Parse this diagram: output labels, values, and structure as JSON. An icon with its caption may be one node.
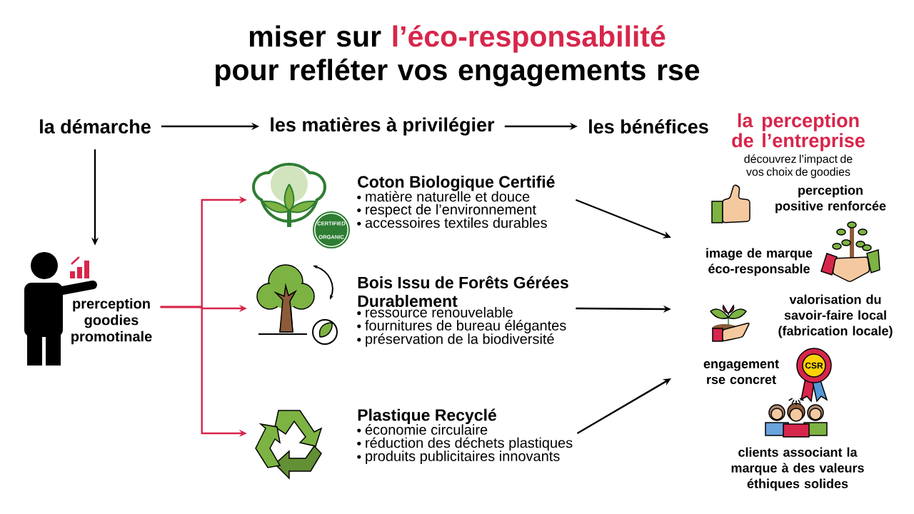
{
  "diagram": {
    "title": "miser sur *l’éco-responsabilité* pour refléter vos engagements rse",
    "nodes": [
      {
        "text": [
          "la démarche"
        ]
      },
      {
        "text": [
          "les matières à privilégier"
        ]
      },
      {
        "text": [
          "les bénéfices"
        ]
      },
      {
        "text": [],
        "shape": "person",
        "beside": [
          "prerception goodies promotinale"
        ]
      },
      {
        "text": [
          "Coton Biologique Certifié",
          "matière naturelle et douce",
          "respect de l’environnement",
          "accessoires textiles durables"
        ]
      },
      {
        "text": [
          "Bois Issu de Forêts Gérées Durablement",
          "ressource renouvelable",
          "fournitures de bureau élégantes",
          "préservation de la biodiversité"
        ]
      },
      {
        "text": [
          "Plastique Recyclé",
          "économie circulaire",
          "réduction des déchets plastiques",
          "produits publicitaires innovants"
        ]
      },
      {
        "text": [
          "la perception de l’entreprise",
          "découvrez l’impact de vos choix de goodies"
        ]
      },
      {
        "text": [
          "perception positive renforcée"
        ]
      },
      {
        "text": [
          "image de marque éco-responsable"
        ]
      },
      {
        "text": [
          "valorisation du savoir-faire local (fabrication locale)"
        ]
      },
      {
        "text": [
          "engagement rse concret"
        ]
      },
      {
        "text": [
          "clients associant la marque à des valeurs éthiques solides"
        ]
      }
    ],
    "edges": [
      {
        "from": 0,
        "to": 1,
        "arrow": "to"
      },
      {
        "from": 1,
        "to": 2,
        "arrow": "to"
      },
      {
        "from": 0,
        "to": 3,
        "arrow": "to"
      },
      {
        "from": 3,
        "to": 4,
        "arrow": "to",
        "color": "#d7264b"
      },
      {
        "from": 3,
        "to": 5,
        "arrow": "to",
        "color": "#d7264b"
      },
      {
        "from": 3,
        "to": 6,
        "arrow": "to",
        "color": "#d7264b"
      },
      {
        "from": 4,
        "to": null,
        "arrow": "to"
      },
      {
        "from": 5,
        "to": null,
        "arrow": "to"
      },
      {
        "from": 6,
        "to": null,
        "arrow": "to"
      }
    ],
    "labels": [
      "CERTIFIED",
      "ORGANIC",
      "CSR"
    ]
  }
}
